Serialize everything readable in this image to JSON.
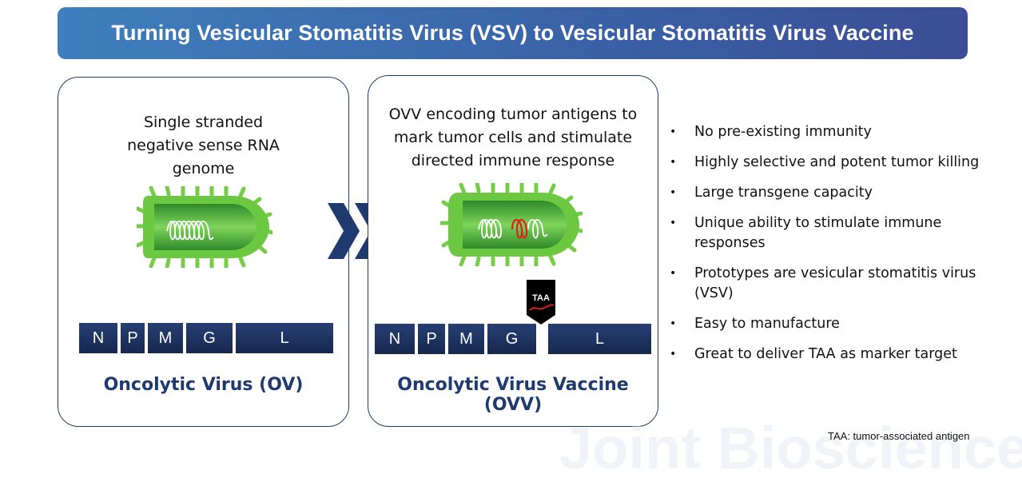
{
  "title": "Turning Vesicular Stomatitis Virus (VSV) to Vesicular Stomatitis Virus Vaccine",
  "left_panel": {
    "description": "Single stranded negative sense RNA genome",
    "genes": [
      "N",
      "P",
      "M",
      "G",
      "L"
    ],
    "name": "Oncolytic Virus (OV)"
  },
  "right_panel": {
    "description": "OVV encoding tumor antigens to mark tumor cells and stimulate directed immune response",
    "genes": [
      "N",
      "P",
      "M",
      "G",
      "L"
    ],
    "taa_label": "TAA",
    "name": "Oncolytic Virus Vaccine (OVV)"
  },
  "bullets": [
    "No pre-existing immunity",
    "Highly selective and potent tumor killing",
    "Large transgene capacity",
    "Unique ability to stimulate immune responses",
    "Prototypes are vesicular stomatitis virus (VSV)",
    "Easy to manufacture",
    "Great to deliver TAA as marker target"
  ],
  "footnote": "TAA: tumor-associated antigen",
  "watermark": "Joint Bioscience",
  "colors": {
    "banner_start": "#3f7fbe",
    "banner_end": "#3b4d96",
    "navy": "#1f3a6e",
    "virus_green": "#5fc23a",
    "rna_red": "#e02020"
  }
}
